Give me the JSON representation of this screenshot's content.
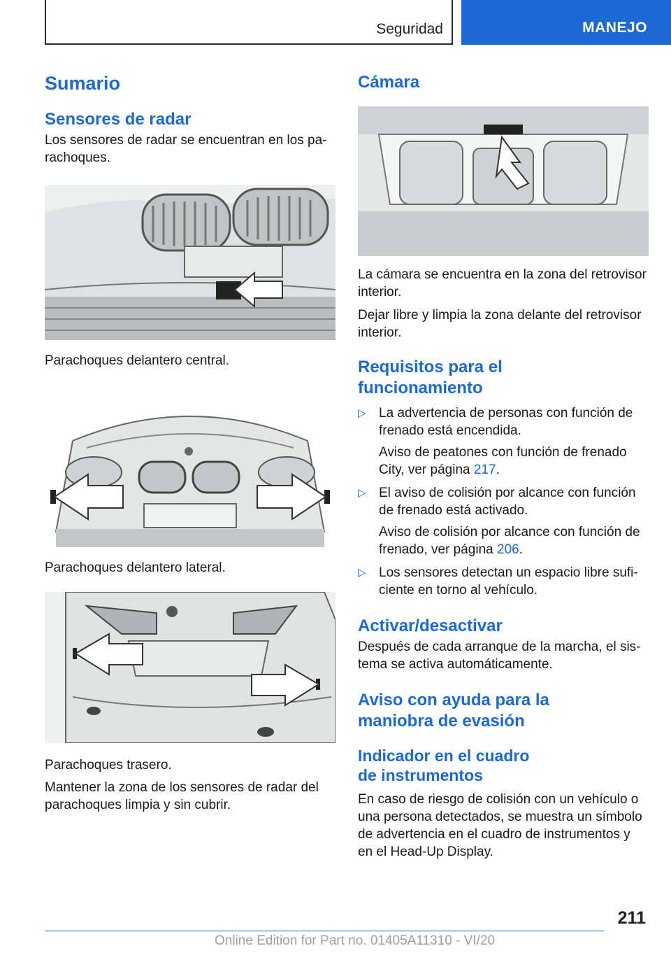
{
  "header": {
    "section": "Seguridad",
    "tab": "MANEJO"
  },
  "left": {
    "title": "Sumario",
    "radar_heading": "Sensores de radar",
    "radar_intro": "Los sensores de radar se encuentran en los pa‐rachoques.",
    "caption_front_center": "Parachoques delantero central.",
    "caption_front_side": "Parachoques delantero lateral.",
    "caption_rear": "Parachoques trasero.",
    "note": "Mantener la zona de los sensores de radar del parachoques limpia y sin cubrir."
  },
  "right": {
    "camera_heading": "Cámara",
    "camera_p1": "La cámara se encuentra en la zona del retrovisor interior.",
    "camera_p2": "Dejar libre y limpia la zona delante del retrovisor interior.",
    "req_heading": "Requisitos para el funcionamiento",
    "bullets": [
      {
        "text": "La advertencia de personas con función de frenado está encendida.",
        "sub_pre": "Aviso de peatones con función de frenado City, ver página ",
        "sub_link": "217",
        "sub_post": "."
      },
      {
        "text": "El aviso de colisión por alcance con función de frenado está activado.",
        "sub_pre": "Aviso de colisión por alcance con función de frenado, ver página ",
        "sub_link": "206",
        "sub_post": "."
      },
      {
        "text": "Los sensores detectan un espacio libre sufi‐ciente en torno al vehículo."
      }
    ],
    "activate_heading": "Activar/desactivar",
    "activate_text": "Después de cada arranque de la marcha, el sis‐tema se activa automáticamente.",
    "evasion_heading": "Aviso con ayuda para la maniobra de evasión",
    "indicator_heading": "Indicador en el cuadro de instrumentos",
    "indicator_text": "En caso de riesgo de colisión con un vehículo o una persona detectados, se muestra un símbolo de advertencia en el cuadro de instrumentos y en el Head-Up Display."
  },
  "footer": {
    "page_number": "211",
    "edition": "Online Edition for Part no. 01405A11310 - VI/20"
  }
}
